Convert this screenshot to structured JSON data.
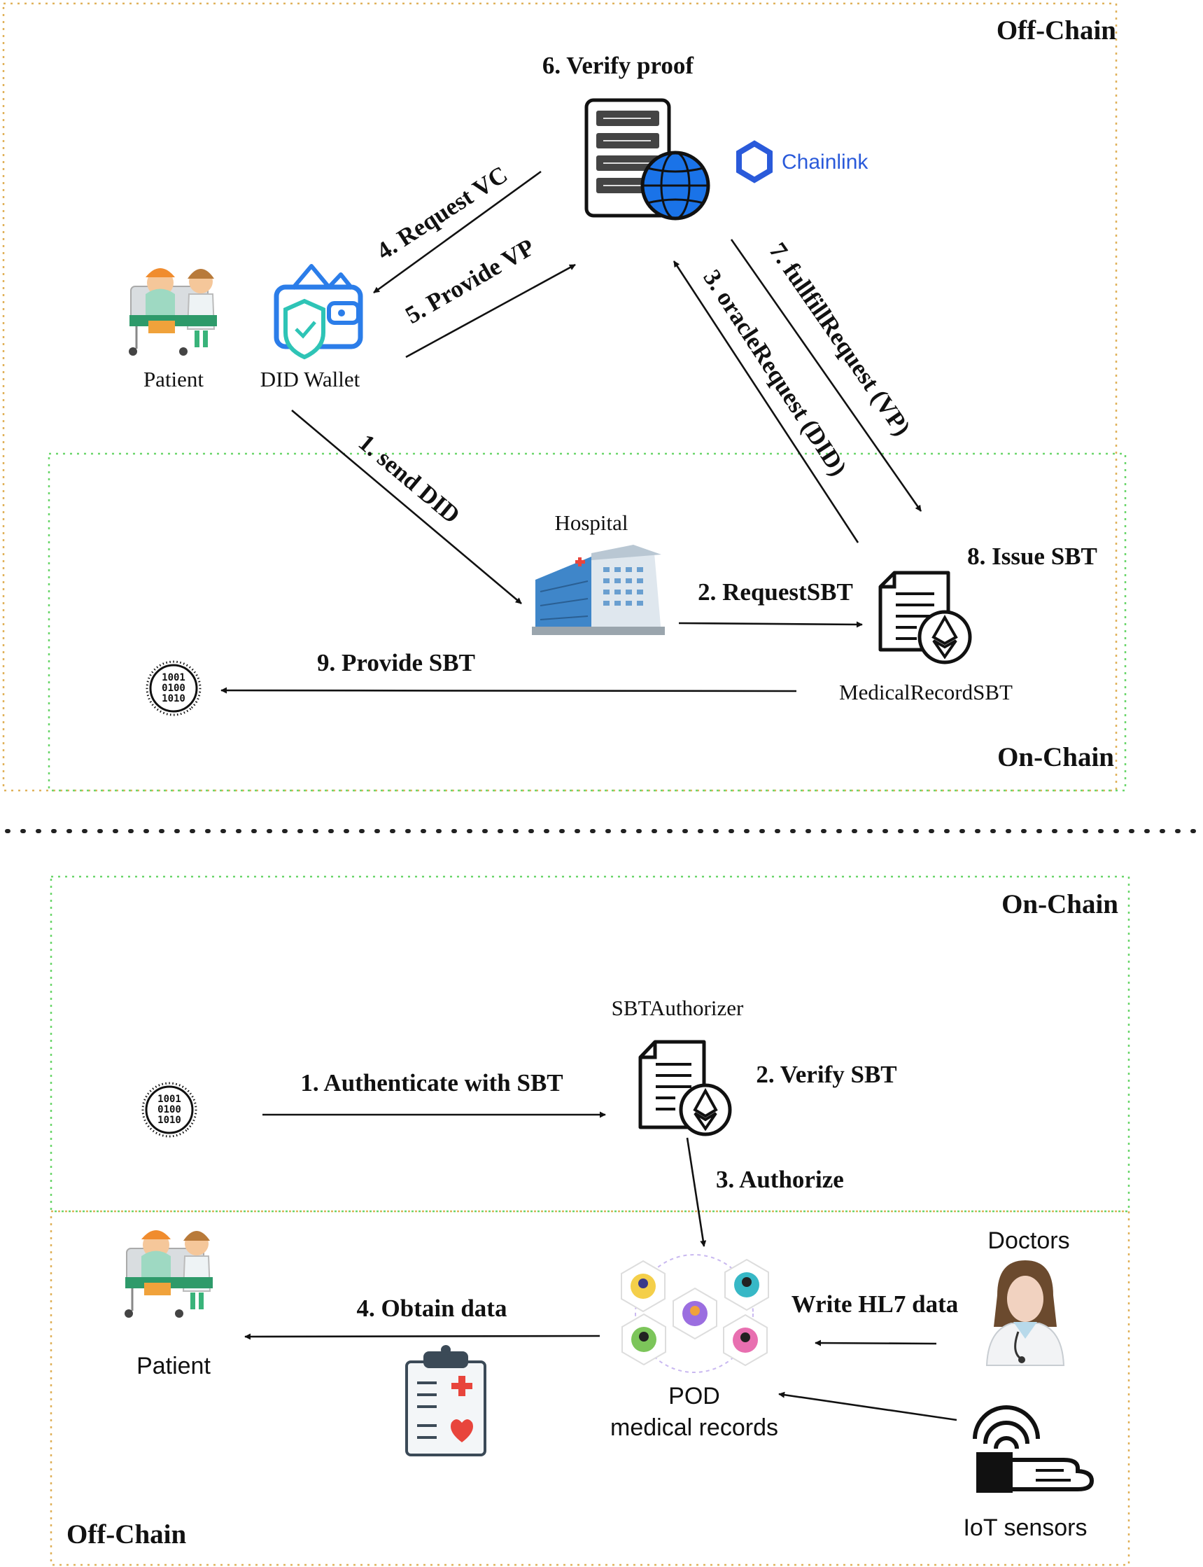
{
  "zones": {
    "top_offchain": "Off-Chain",
    "top_onchain": "On-Chain",
    "bottom_onchain": "On-Chain",
    "bottom_offchain": "Off-Chain"
  },
  "top": {
    "verify_proof": "6. Verify proof",
    "chainlink": "Chainlink",
    "request_vc": "4. Request VC",
    "provide_vp": "5. Provide VP",
    "fulfill_request": "7. fullfillRequest (VP)",
    "oracle_request": "3. oracleRequest (DID)",
    "patient": "Patient",
    "did_wallet": "DID Wallet",
    "send_did": "1. send DID",
    "hospital": "Hospital",
    "request_sbt": "2. RequestSBT",
    "issue_sbt": "8. Issue SBT",
    "medical_record_sbt": "MedicalRecordSBT",
    "provide_sbt": "9. Provide SBT",
    "token_bits": [
      "1001",
      "0100",
      "1010"
    ]
  },
  "bottom": {
    "sbt_authorizer": "SBTAuthorizer",
    "authenticate": "1. Authenticate with SBT",
    "verify_sbt": "2. Verify SBT",
    "authorize": "3. Authorize",
    "doctors": "Doctors",
    "write_hl7": "Write HL7 data",
    "obtain_data": "4. Obtain data",
    "patient": "Patient",
    "pod_line1": "POD",
    "pod_line2": "medical records",
    "iot_sensors": "IoT sensors",
    "token_bits": [
      "1001",
      "0100",
      "1010"
    ]
  },
  "colors": {
    "chainlink_blue": "#2a5ada",
    "wallet_blue": "#2b7de9",
    "shield_teal": "#2ec4b6",
    "globe_blue": "#1a73e8",
    "medical_red": "#e8453c"
  }
}
